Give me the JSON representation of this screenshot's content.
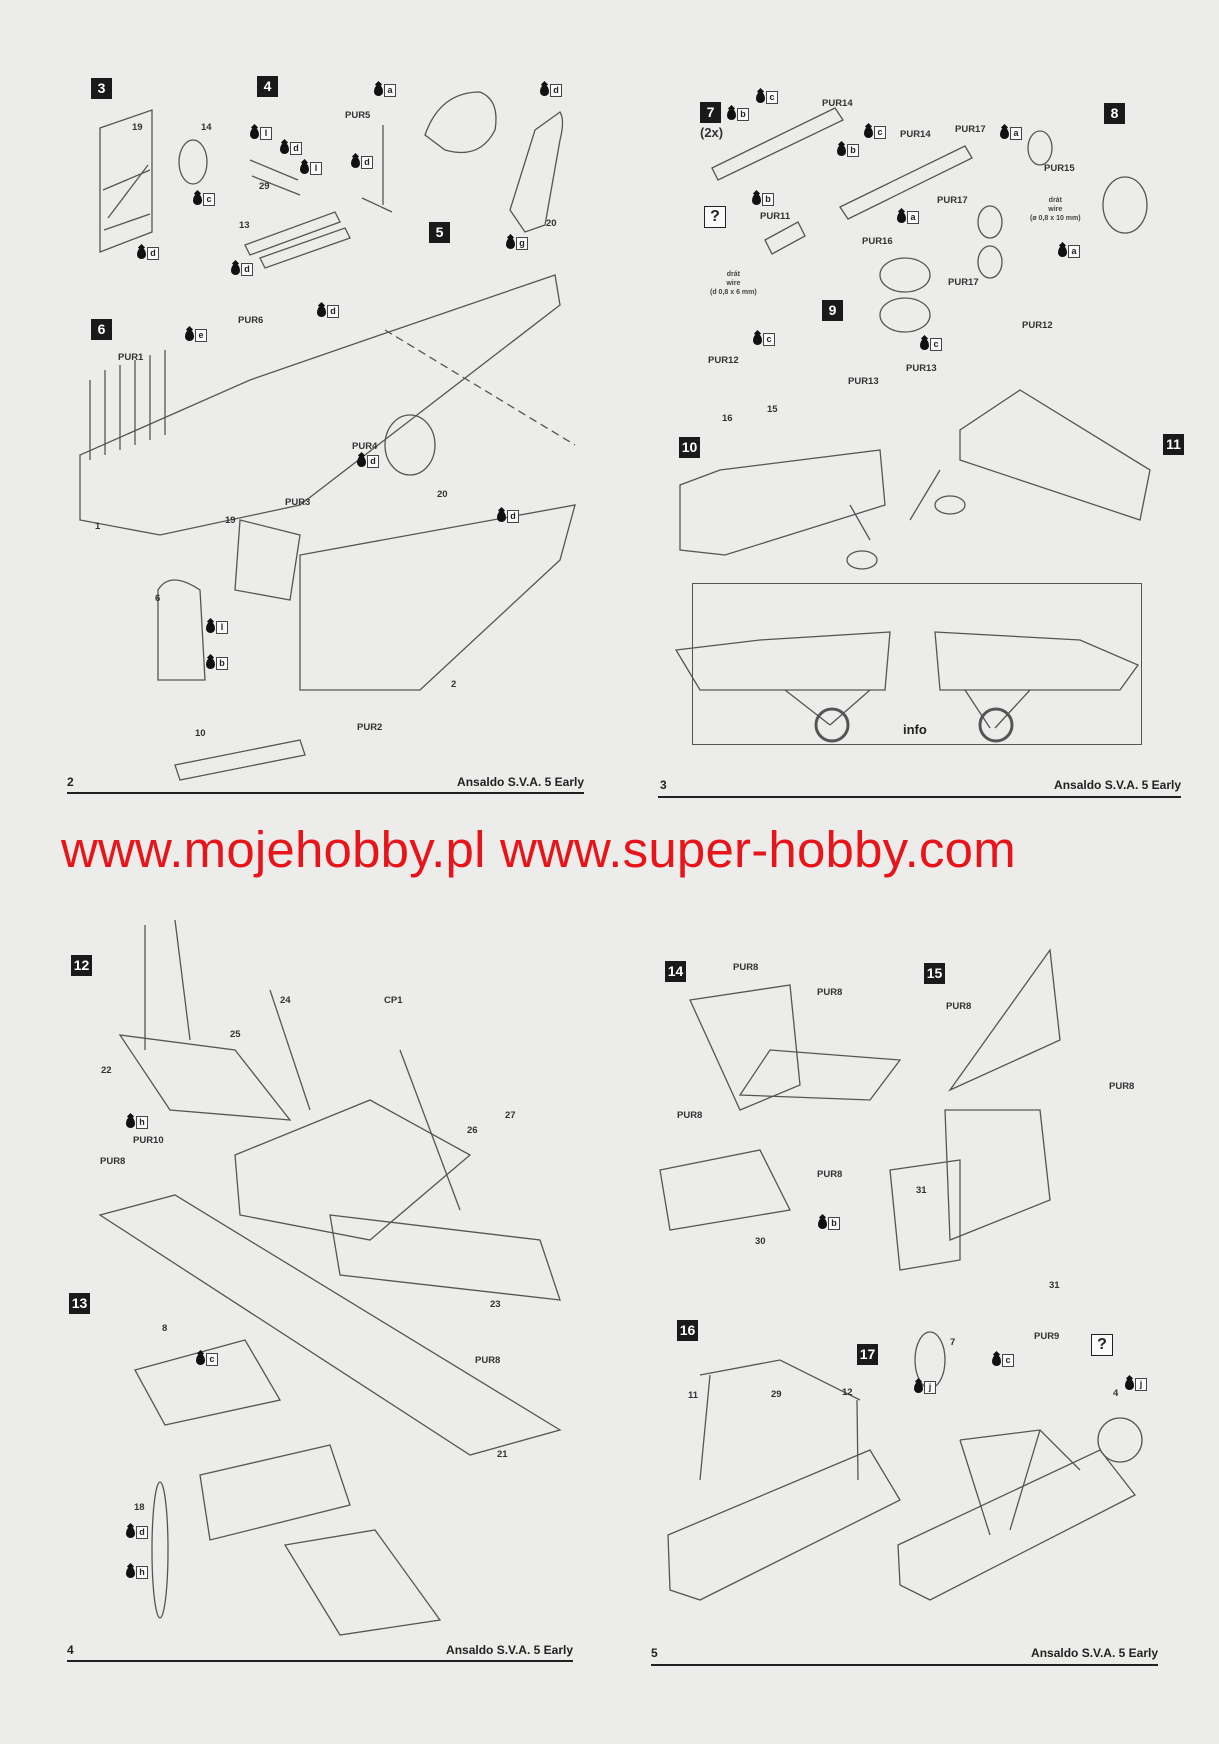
{
  "watermark": "www.mojehobby.pl www.super-hobby.com",
  "pages": [
    {
      "number": "2",
      "title": "Ansaldo S.V.A. 5 Early"
    },
    {
      "number": "3",
      "title": "Ansaldo S.V.A. 5 Early"
    },
    {
      "number": "4",
      "title": "Ansaldo S.V.A. 5 Early"
    },
    {
      "number": "5",
      "title": "Ansaldo S.V.A. 5 Early"
    }
  ],
  "steps": [
    "3",
    "4",
    "5",
    "6",
    "7",
    "8",
    "9",
    "10",
    "11",
    "12",
    "13",
    "14",
    "15",
    "16",
    "17"
  ],
  "step7_qty": "(2x)",
  "info_label": "info",
  "unknown_mark": "?",
  "wire_notes": [
    {
      "line1": "drát",
      "line2": "wire",
      "line3": "(d 0,8 x 6 mm)"
    },
    {
      "line1": "drát",
      "line2": "wire",
      "line3": "(ø 0,8 x 10 mm)"
    }
  ],
  "labels": [
    "19",
    "14",
    "29",
    "13",
    "PUR5",
    "20",
    "PUR6",
    "PUR1",
    "PUR4",
    "PUR3",
    "20",
    "19",
    "1",
    "6",
    "2",
    "PUR2",
    "10",
    "PUR14",
    "PUR14",
    "PUR11",
    "PUR17",
    "PUR15",
    "PUR17",
    "PUR16",
    "PUR17",
    "PUR12",
    "PUR13",
    "PUR12",
    "PUR13",
    "16",
    "15",
    "24",
    "CP1",
    "25",
    "22",
    "PUR10",
    "PUR8",
    "26",
    "27",
    "23",
    "8",
    "PUR8",
    "21",
    "18",
    "PUR8",
    "PUR8",
    "PUR8",
    "PUR8",
    "30",
    "PUR8",
    "PUR8",
    "31",
    "31",
    "11",
    "29",
    "12",
    "7",
    "PUR9",
    "4"
  ],
  "paint_codes": [
    "d",
    "c",
    "l",
    "d",
    "l",
    "d",
    "a",
    "d",
    "g",
    "d",
    "d",
    "e",
    "d",
    "d",
    "l",
    "b",
    "c",
    "b",
    "c",
    "b",
    "b",
    "a",
    "a",
    "a",
    "c",
    "c",
    "h",
    "c",
    "d",
    "h",
    "b",
    "j",
    "c",
    "j"
  ]
}
